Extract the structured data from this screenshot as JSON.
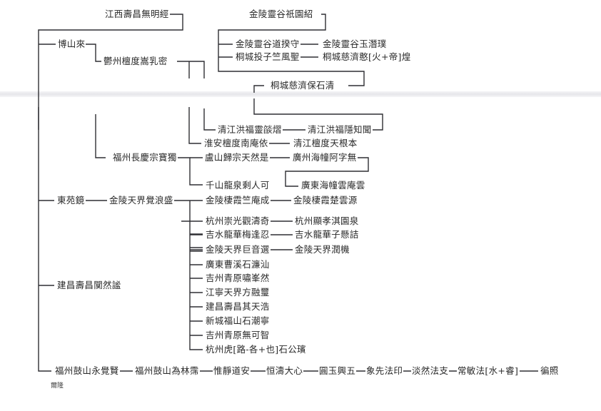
{
  "diagram": {
    "type": "lineage-tree",
    "nodes": {
      "n_jiangxi_wuming": "江西壽昌無明經",
      "n_boshan": "博山來",
      "n_yuzhou_rumi": "鬱州檀度嵩乳密",
      "n_jinling_qiyuanshao": "金陵靈谷祇園紹",
      "n_jinling_daoshou": "金陵靈谷道揆守",
      "n_jinling_yuqian": "金陵靈谷玉潛璞",
      "n_tongcheng_zhufeng": "桐城投子竺風聖",
      "n_tongcheng_cihuang": "桐城慈濟憨[火+帝]煌",
      "n_tongcheng_baoshi": "桐城慈濟保石清",
      "n_qingjiang_lingyan": "清江洪福靈燄熠",
      "n_qingjiang_yinzhi": "清江洪福隱知聞",
      "n_huaian_nanan": "淮安檀度南庵依",
      "n_qingjiang_tiangen": "清江檀度天根本",
      "n_fuzhou_zongbao": "福州長慶宗寶獨",
      "n_lushan_tianran": "盧山歸宗天然是",
      "n_guangzhou_azi": "廣州海幢阿字無",
      "n_guangdong_anyun": "廣東海幢雲庵雲",
      "n_qianshan_shengren": "千山龍泉剩人可",
      "n_dongyuan": "東苑鏡",
      "n_jinling_juelang": "金陵天界覺浪盛",
      "n_jinling_zhuan": "金陵棲霞竺庵成",
      "n_jinling_chuyun": "金陵棲霞楚雲源",
      "n_hangzhou_taoqi": "杭州崇光觀濤奇",
      "n_hangzhou_qiyuan": "杭州顯孝淇園泉",
      "n_jishui_fengren": "吉水龍華梅逢忍",
      "n_jishui_zixuan": "吉水龍華子懸詰",
      "n_jinling_juyin": "金陵天界巨音選",
      "n_jinling_runji": "金陵天界潤機",
      "n_guangdong_shilian": "廣東曹溪石濂汕",
      "n_jizhou_xiaofeng": "吉州青原嘯峯然",
      "n_jiangning_fangrong": "江寧天界方融璽",
      "n_jianchang_qitianhao": "建昌壽昌其天浩",
      "n_xincheng_shichao": "新城福山石潮寧",
      "n_jizhou_wukezhi": "吉州青原無可智",
      "n_hangzhou_shigong": "杭州虎[路-各+也]石公璸",
      "n_jianchang_chuanran": "建昌壽昌闃然謐",
      "n_fuzhou_yongjue": "福州鼓山永覺賢",
      "n_fuzhou_weilin": "福州鼓山為林霈",
      "n_weijing_daoan": "惟靜道安",
      "n_hengtao_daxin": "恒濤大心",
      "n_yuanyu_xingwu": "圓玉興五",
      "n_xiangxian_fayin": "象先法印",
      "n_danran_fazhi": "淡然法支",
      "n_changmin_farui": "常敏法[水+睿]",
      "n_bianzhao": "徧照"
    },
    "footnote": "爾隆"
  }
}
